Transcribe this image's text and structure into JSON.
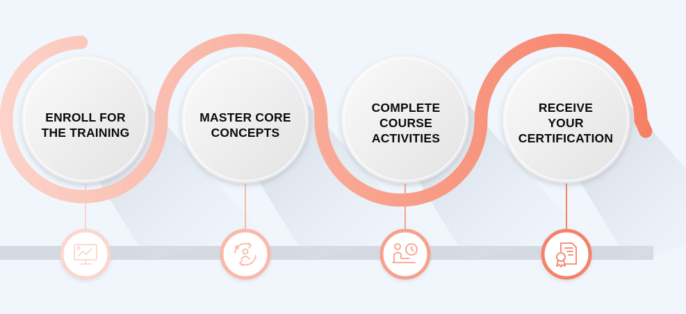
{
  "steps": [
    {
      "line1": "ENROLL FOR",
      "line2": "THE TRAINING",
      "line3": "",
      "icon": "computer-training-icon",
      "color": "#fcd5cc"
    },
    {
      "line1": "MASTER CORE",
      "line2": "CONCEPTS",
      "line3": "",
      "icon": "concept-cycle-icon",
      "color": "#f9b8a8"
    },
    {
      "line1": "COMPLETE",
      "line2": "COURSE",
      "line3": "ACTIVITIES",
      "icon": "student-clock-icon",
      "color": "#f7a08c"
    },
    {
      "line1": "RECEIVE",
      "line2": "YOUR",
      "line3": "CERTIFICATION",
      "icon": "certificate-icon",
      "color": "#f58268"
    }
  ],
  "colors": {
    "background": "#f0f6fc",
    "timeline": "#d5d9e2",
    "wave_start": "#fcd3ca",
    "wave_end": "#f77e64",
    "text": "#0b0b0b"
  }
}
